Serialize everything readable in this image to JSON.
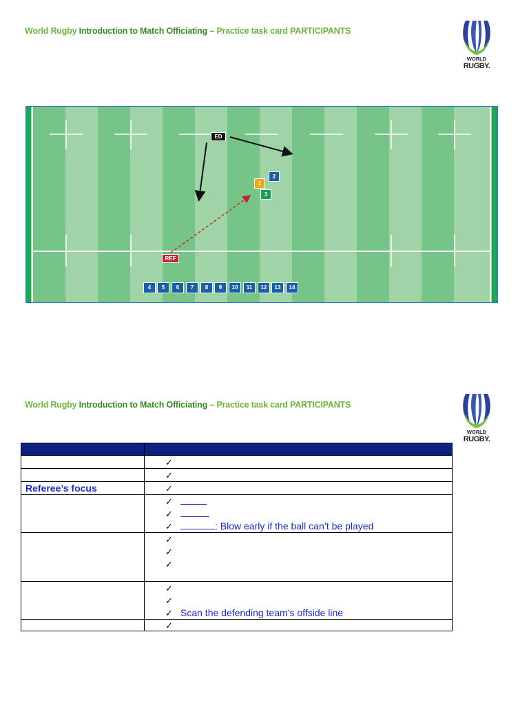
{
  "header": {
    "part1": "World Rugby",
    "part2": " Introduction to Match Officiating",
    "part3": " – Practice task card PARTICIPANTS"
  },
  "logo": {
    "line1": "WORLD",
    "line2": "RUGBY."
  },
  "field_labels": {
    "ed": "ED",
    "ref": "REF",
    "attackers": [
      "1",
      "2",
      "3"
    ],
    "bench": [
      "4",
      "5",
      "6",
      "7",
      "8",
      "9",
      "10",
      "11",
      "12",
      "13",
      "14"
    ]
  },
  "colors": {
    "grass_dark": "#76c487",
    "grass_light": "#9fd4a7",
    "table_header": "#0d2185",
    "text": "#1a2ab0",
    "header_green": "#6fb23e"
  },
  "table": {
    "referee_focus": "Referee’s focus",
    "ball_unplayable": ": Blow early if the ball can’t be played",
    "scan_offside": "Scan the defending team’s offside line",
    "check_mark": "✓"
  }
}
